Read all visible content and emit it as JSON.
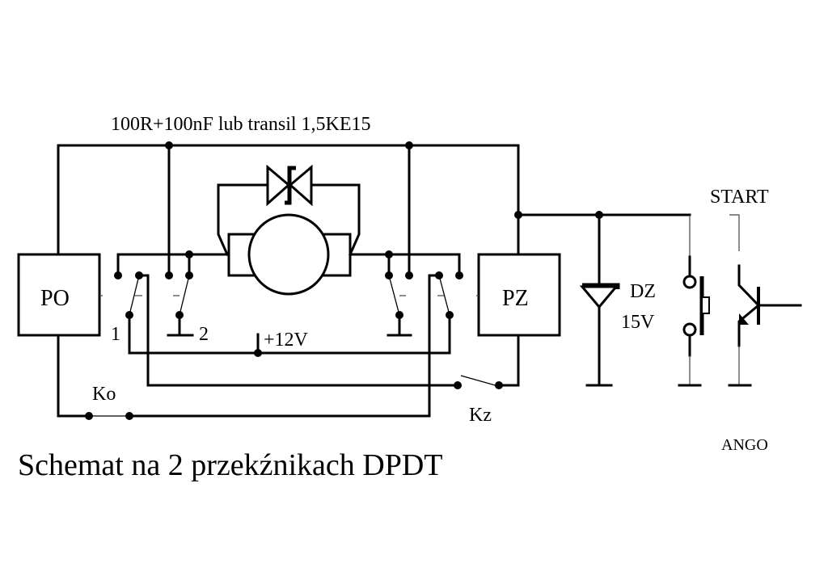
{
  "diagram": {
    "type": "electrical-schematic",
    "title": "Schemat na 2 przekźnikach DPDT",
    "snubber_note": "100R+100nF lub transil 1,5KE15",
    "blocks": [
      {
        "id": "po",
        "label": "PO"
      },
      {
        "id": "pz",
        "label": "PZ"
      }
    ],
    "labels": {
      "contact_1": "1",
      "contact_2": "2",
      "supply": "+12V",
      "limit_open": "Ko",
      "limit_close": "Kz",
      "zener": "DZ",
      "zener_voltage": "15V",
      "start": "START",
      "brand": "ANGO"
    },
    "components": [
      {
        "name": "motor",
        "kind": "dc-motor"
      },
      {
        "name": "transil",
        "kind": "bidirectional-tvs-diode"
      },
      {
        "name": "relay-po",
        "kind": "dpdt-relay"
      },
      {
        "name": "relay-pz",
        "kind": "dpdt-relay"
      },
      {
        "name": "zener-diode",
        "kind": "zener"
      },
      {
        "name": "start-button",
        "kind": "push-button"
      },
      {
        "name": "start-transistor",
        "kind": "npn-transistor"
      },
      {
        "name": "ko-switch",
        "kind": "limit-switch"
      },
      {
        "name": "kz-switch",
        "kind": "limit-switch"
      }
    ]
  }
}
